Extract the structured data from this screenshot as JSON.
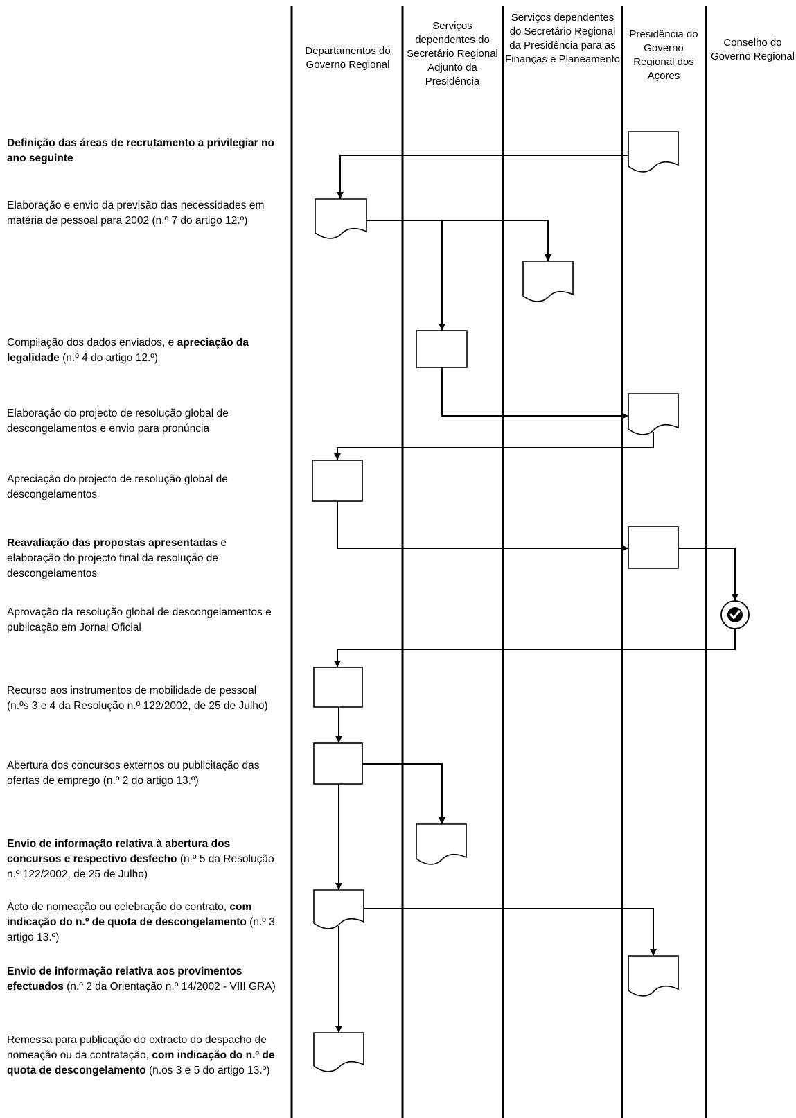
{
  "columns": [
    {
      "label": "Departamentos do Governo Regional"
    },
    {
      "label": "Serviços dependentes do Secretário Regional Adjunto da Presidência"
    },
    {
      "label": "Serviços dependentes do Secretário Regional da Presidência para as Finanças e Planeamento"
    },
    {
      "label": "Presidência do Governo Regional dos Açores"
    },
    {
      "label": "Conselho do Governo Regional"
    }
  ],
  "steps": [
    {
      "parts": [
        {
          "t": "Definição das áreas de recrutamento a privilegiar no ano seguinte",
          "b": true
        }
      ]
    },
    {
      "parts": [
        {
          "t": "Elaboração e envio da previsão das necessidades em matéria de pessoal para 2002 (n.º 7 do artigo 12.º)",
          "b": false
        }
      ]
    },
    {
      "parts": [
        {
          "t": "Compilação dos dados enviados, e ",
          "b": false
        },
        {
          "t": "apreciação da legalidade",
          "b": true
        },
        {
          "t": " (n.º 4 do artigo 12.º)",
          "b": false
        }
      ]
    },
    {
      "parts": [
        {
          "t": "Elaboração do projecto de resolução global de descongelamentos e envio para pronúncia",
          "b": false
        }
      ]
    },
    {
      "parts": [
        {
          "t": "Apreciação do projecto de resolução global de descongelamentos",
          "b": false
        }
      ]
    },
    {
      "parts": [
        {
          "t": "Reavaliação das propostas apresentadas",
          "b": true
        },
        {
          "t": " e elaboração do projecto final da resolução de descongelamentos",
          "b": false
        }
      ]
    },
    {
      "parts": [
        {
          "t": "Aprovação da resolução global de descongelamentos e publicação em Jornal Oficial",
          "b": false
        }
      ]
    },
    {
      "parts": [
        {
          "t": "Recurso aos instrumentos de mobilidade de pessoal (n.ºs 3 e 4 da Resolução n.º 122/2002, de 25 de Julho)",
          "b": false
        }
      ]
    },
    {
      "parts": [
        {
          "t": "Abertura dos concursos externos ou publicitação das ofertas de emprego (n.º 2 do artigo 13.º)",
          "b": false
        }
      ]
    },
    {
      "parts": [
        {
          "t": "Envio de informação relativa à abertura dos concursos e respectivo desfecho",
          "b": true
        },
        {
          "t": " (n.º 5 da Resolução n.º 122/2002, de 25 de Julho)",
          "b": false
        }
      ]
    },
    {
      "parts": [
        {
          "t": "Acto de nomeação ou celebração do contrato, ",
          "b": false
        },
        {
          "t": "com indicação do n.º de quota de descongelamento",
          "b": true
        },
        {
          "t": " (n.º 3 artigo 13.º)",
          "b": false
        }
      ]
    },
    {
      "parts": [
        {
          "t": "Envio de informação relativa aos provimentos efectuados",
          "b": true
        },
        {
          "t": " (n.º 2 da Orientação n.º 14/2002 - VIII GRA)",
          "b": false
        }
      ]
    },
    {
      "parts": [
        {
          "t": "Remessa para publicação do extracto do despacho de nomeação ou da contratação, ",
          "b": false
        },
        {
          "t": "com indicação do n.º de quota de descongelamento",
          "b": true
        },
        {
          "t": " (n.os 3 e 5 do artigo 13.º)",
          "b": false
        }
      ]
    }
  ],
  "approval_symbol": "check-circle-icon"
}
